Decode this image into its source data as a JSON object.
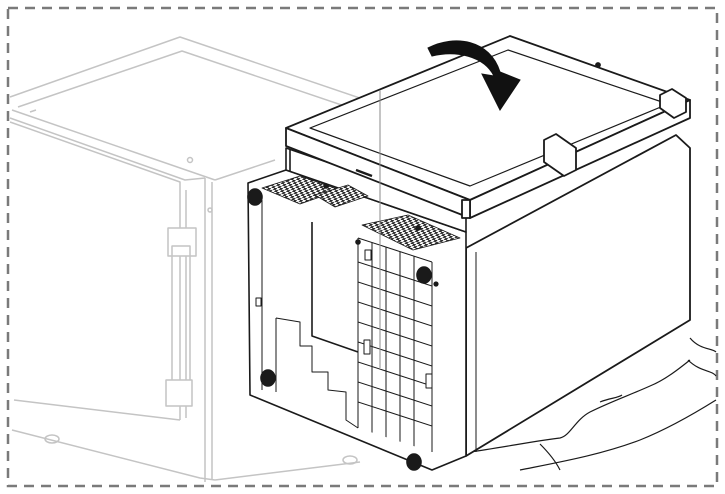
{
  "figure": {
    "frame_style": "dashed-border",
    "colors": {
      "frame": "#7a7a7a",
      "ghost_line": "#c4c4c4",
      "line": "#1a1a1a",
      "face_fill": "#ffffff",
      "vent_fill": "#2b2b2b",
      "arrow_fill": "#111111"
    },
    "parts": [
      {
        "name": "ghost-cabinet",
        "style": "faded outline"
      },
      {
        "name": "appliance-body",
        "style": "solid outline"
      },
      {
        "name": "rear-panel-with-grid",
        "style": "solid outline"
      },
      {
        "name": "top-lid",
        "style": "solid outline"
      },
      {
        "name": "rotation-arrow-icon",
        "style": "filled"
      },
      {
        "name": "protective-sheet",
        "style": "wavy outline"
      }
    ]
  }
}
